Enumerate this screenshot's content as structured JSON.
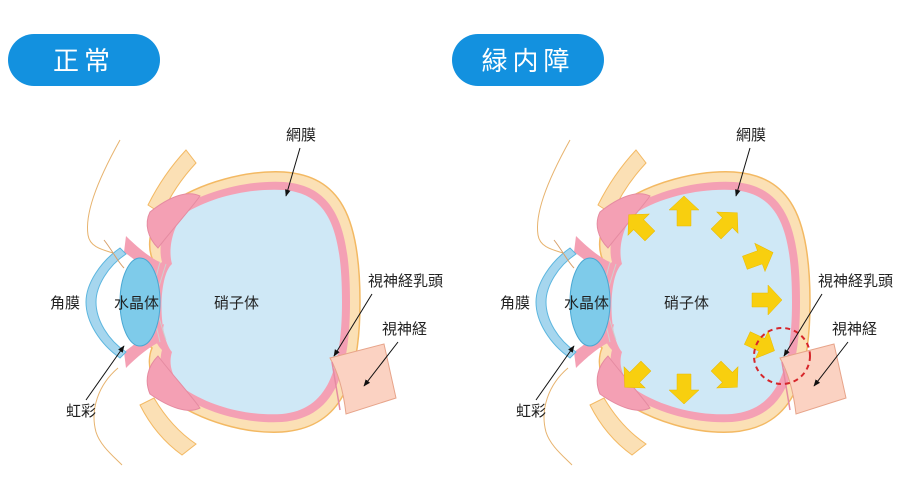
{
  "colors": {
    "badge": "#1391df",
    "sclera": "#fbe0b5",
    "sclera_stroke": "#f3b963",
    "retina": "#f4a0b4",
    "vitreous": "#cfe8f6",
    "lens": "#7ecbea",
    "cornea": "#a6d6ee",
    "optic_nerve": "#fbd2c2",
    "pressure_arrow": "#f8cf0f",
    "highlight_circle": "#d6262b"
  },
  "panels": [
    {
      "title": "正常",
      "labels": {
        "retina": "網膜",
        "optic_disc": "視神経乳頭",
        "optic_nerve": "視神経",
        "cornea": "角膜",
        "lens": "水晶体",
        "vitreous": "硝子体",
        "iris": "虹彩"
      }
    },
    {
      "title": "緑内障",
      "labels": {
        "retina": "網膜",
        "optic_disc": "視神経乳頭",
        "optic_nerve": "視神経",
        "cornea": "角膜",
        "lens": "水晶体",
        "vitreous": "硝子体",
        "iris": "虹彩"
      }
    }
  ],
  "icons": {
    "pressure_arrow": "block-arrow-icon",
    "highlight": "dashed-circle-icon"
  }
}
